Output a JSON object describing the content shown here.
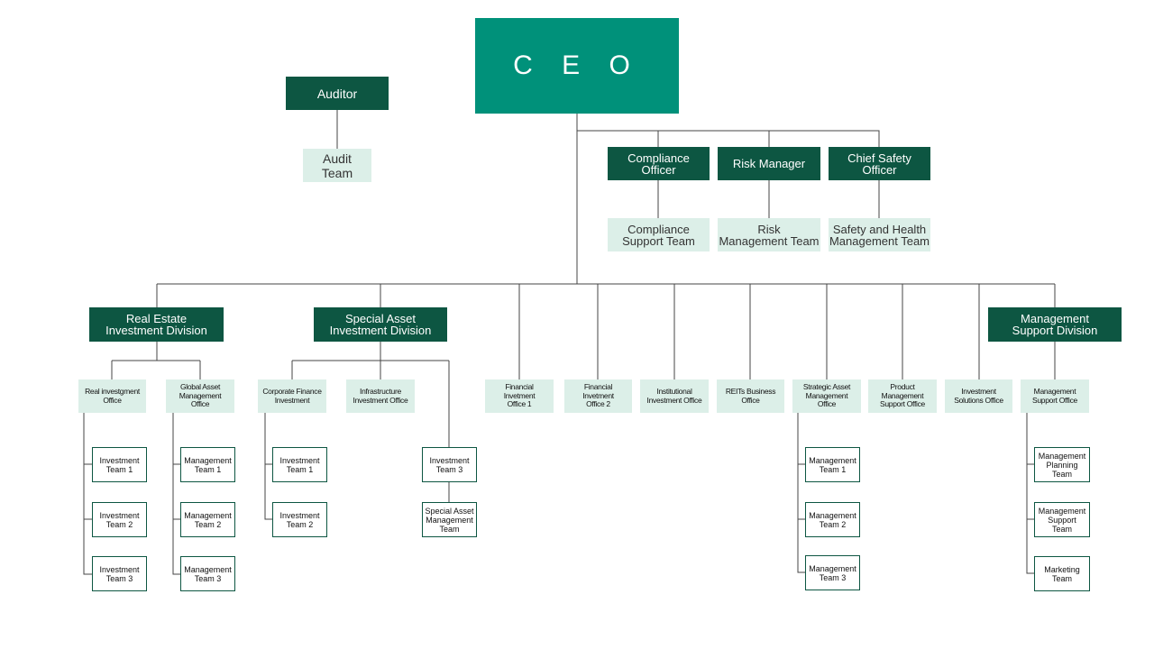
{
  "ceo": "C E O",
  "auditor": "Auditor",
  "audit_team": "Audit\nTeam",
  "compliance_officer": "Compliance\nOfficer",
  "compliance_support_team": "Compliance\nSupport Team",
  "risk_manager": "Risk Manager",
  "risk_management_team": "Risk\nManagement Team",
  "chief_safety_officer": "Chief Safety\nOfficer",
  "safety_team": "Safety and Health\nManagement Team",
  "divisions": {
    "real_estate": "Real Estate\nInvestment Division",
    "special_asset": "Special Asset\nInvestment Division",
    "management_support": "Management\nSupport Division"
  },
  "offices": {
    "real_investment": "Real  investgment\nOffice",
    "global_asset": "Global  Asset\nManagement\nOffice",
    "corporate_finance": "Corporate  Finance\nInvestment",
    "infrastructure": "Infrastructure\nInvestment   Office",
    "financial_1": "Financial\nInvetment\nOffice  1",
    "financial_2": "Financial\nInvetment\nOffice  2",
    "institutional": "Institutional\nInvestment   Office",
    "reits": "REITs Business\nOffice",
    "strategic_asset": "Strategic Asset\nManagement\nOffice",
    "product_management": "Product\nManagement\nSupport Office",
    "investment_solutions": "Investment\nSolutions   Office",
    "management_support_office": "Management\nSupport  Office"
  },
  "teams": {
    "re_inv_1": "Investment\nTeam 1",
    "re_inv_2": "Investment\nTeam 2",
    "re_inv_3": "Investment\nTeam 3",
    "ga_mgmt_1": "Management\nTeam 1",
    "ga_mgmt_2": "Management\nTeam 2",
    "ga_mgmt_3": "Management\nTeam 3",
    "cf_inv_1": "Investment\nTeam 1",
    "cf_inv_2": "Investment\nTeam 2",
    "sa_inv_3": "Investment\nTeam 3",
    "sa_mgmt": "Special Asset\nManagement\nTeam",
    "st_mgmt_1": "Management\nTeam 1",
    "st_mgmt_2": "Management\nTeam 2",
    "st_mgmt_3": "Management\nTeam 3",
    "ms_planning": "Management\nPlanning\nTeam",
    "ms_support": "Management\nSupport\nTeam",
    "ms_marketing": "Marketing\nTeam"
  },
  "colors": {
    "ceo": "#00917a",
    "dark": "#0d5642",
    "light": "#dcefe8",
    "line": "#444444"
  }
}
